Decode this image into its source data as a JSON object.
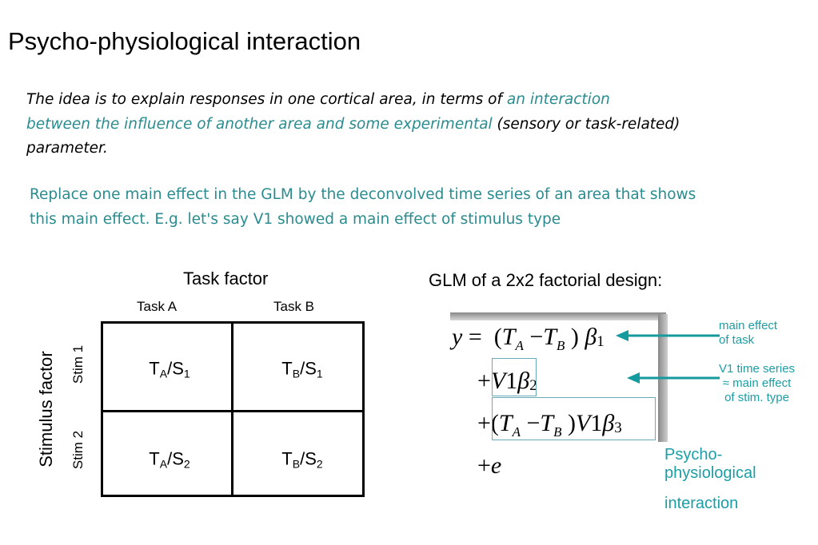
{
  "title": "Psycho-physiological interaction",
  "intro": {
    "part1": "The idea is to explain responses in one cortical area, in terms of ",
    "highlight_line1": "an interaction",
    "highlight_line2": "between the influence of another area and some experimental",
    "part2": " (sensory or task-related)",
    "part3": "parameter."
  },
  "replace_text": {
    "line1": "Replace one main effect in the GLM by the deconvolved time series of an area that shows",
    "line2": "this main effect. E.g. let's say V1 showed a main effect of stimulus type"
  },
  "factorial_table": {
    "task_factor": "Task factor",
    "stimulus_factor": "Stimulus factor",
    "columns": [
      "Task A",
      "Task B"
    ],
    "rows": [
      "Stim 1",
      "Stim 2"
    ],
    "cells": [
      [
        {
          "t": "T",
          "tsub": "A",
          "s": "S",
          "ssub": "1"
        },
        {
          "t": "T",
          "tsub": "B",
          "s": "S",
          "ssub": "1"
        }
      ],
      [
        {
          "t": "T",
          "tsub": "A",
          "s": "S",
          "ssub": "2"
        },
        {
          "t": "T",
          "tsub": "B",
          "s": "S",
          "ssub": "2"
        }
      ]
    ]
  },
  "glm": {
    "title": "GLM of a 2x2 factorial design:",
    "annotations": {
      "main_effect_task": [
        "main effect",
        "of task"
      ],
      "v1_series": [
        "V1 time series",
        "≈ main effect",
        "of stim. type"
      ],
      "ppi": [
        "Psycho-",
        "physiological",
        "interaction"
      ]
    }
  },
  "colors": {
    "accent": "#2a8c8f",
    "annotation": "#1b9ea6",
    "arrow": "#159a9e",
    "box": "#6aa9b7"
  }
}
